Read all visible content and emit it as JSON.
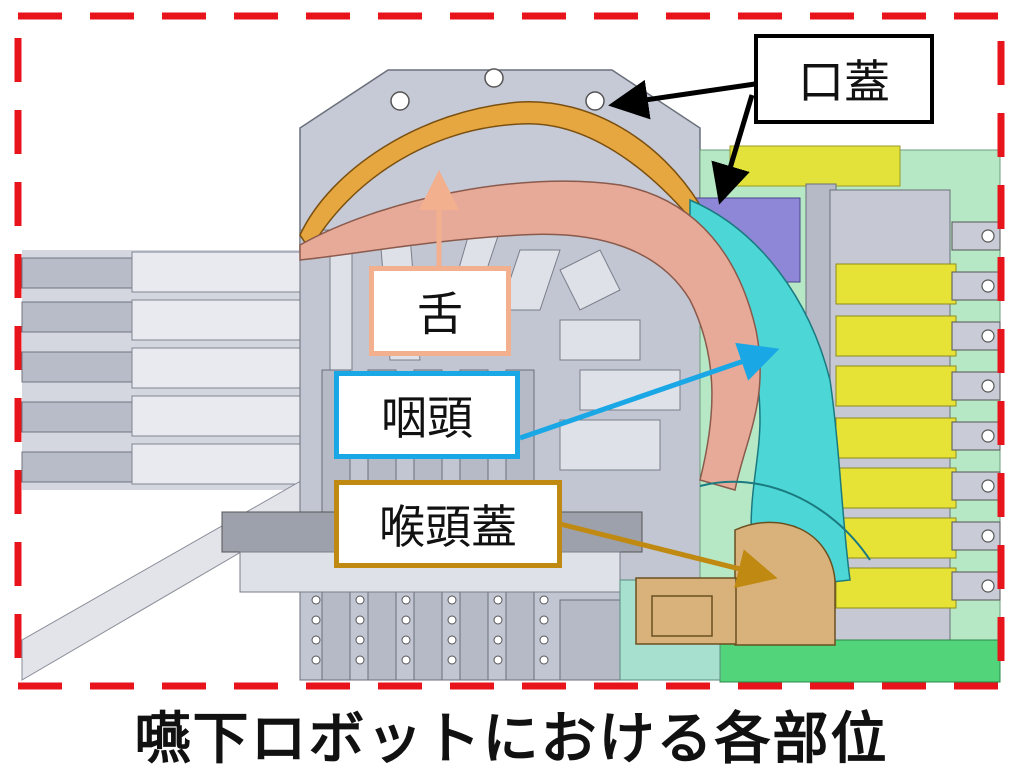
{
  "labels": {
    "mouth_lid": "口蓋",
    "tongue": "舌",
    "pharynx": "咽頭",
    "epiglottis": "喉頭蓋"
  },
  "caption": "嚥下ロボットにおける各部位",
  "colors": {
    "frame_dash": "#e8141b",
    "mouth_lid_arrow": "#000000",
    "tongue": "#f2b08e",
    "pharynx": "#1aa7e6",
    "epiglottis": "#c08a12",
    "palate_orange": "#e6a640",
    "tongue_pink": "#e8aa98",
    "pharynx_cyan": "#4cd6d6",
    "epiglottis_tan": "#d8b27a",
    "purple_block": "#8e86d6",
    "yellow_block": "#e6e236",
    "green_block": "#52d57a",
    "gray_body": "#c8ccd8"
  }
}
